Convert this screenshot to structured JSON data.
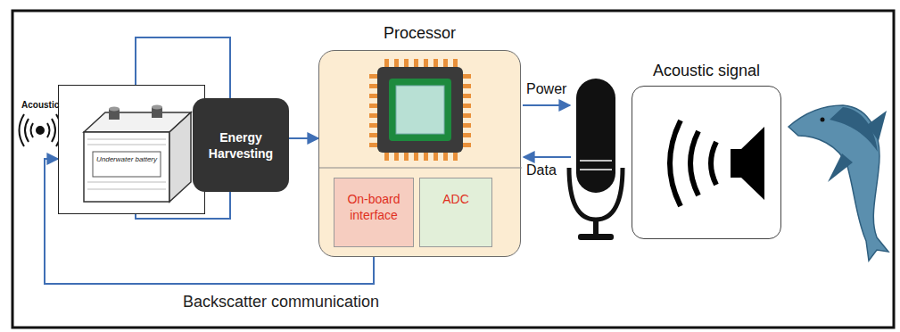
{
  "diagram": {
    "nodes": [
      {
        "text": [
          "Underwater battery"
        ]
      },
      {
        "text": [
          "Energy Harvesting"
        ]
      },
      {
        "text": [
          "Processor"
        ]
      },
      {
        "text": [
          "On-board interface"
        ],
        "in": 2
      },
      {
        "text": [
          "ADC"
        ],
        "in": 2
      },
      {
        "text": [
          "Acoustic signal"
        ]
      }
    ],
    "edges": [
      {
        "from": 0,
        "to": 1,
        "arrow": "none"
      },
      {
        "from": 0,
        "to": 1,
        "arrow": "none"
      },
      {
        "from": 1,
        "to": 2,
        "arrow": "to"
      },
      {
        "from": 3,
        "to": 0,
        "label": "Backscatter communication",
        "arrow": "to"
      }
    ],
    "labels": [
      "Acoustic",
      "Power",
      "Data"
    ]
  }
}
